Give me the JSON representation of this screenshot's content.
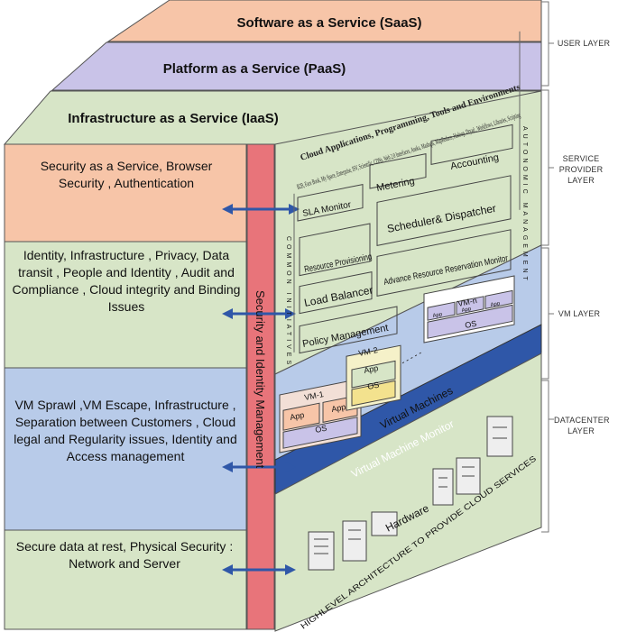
{
  "top_layers": {
    "saas": "Software as a Service (SaaS)",
    "paas": "Platform as a Service (PaaS)",
    "iaas": "Infrastructure as a Service (IaaS)"
  },
  "left_boxes": {
    "box1": "Security as a Service, Browser Security , Authentication",
    "box2": "Identity, Infrastructure , Privacy, Data transit , People and Identity , Audit and Compliance , Cloud integrity and Binding Issues",
    "box3": "VM Sprawl ,VM Escape, Infrastructure , Separation between Customers , Cloud legal and Regularity issues, Identity and Access management",
    "box4": "Secure data at rest, Physical Security : Network and Server"
  },
  "vertical_bar": "Security and Identity Management",
  "service_provider": {
    "title": "Cloud Applications, Programming, Tools and Environments",
    "apps": "B2B, Face Book, My Space, Enterprise, ISV, Scientific, CDNs, Web 2.0 Interfaces, Aneka, Mashups, MapReduce, Hadoop, Dryad , Workflows, Libraries, Scripting",
    "metering": "Metering",
    "accounting": "Accounting",
    "sla": "SLA Monitor",
    "scheduler": "Scheduler& Dispatcher",
    "resource": "Resource Provisioning",
    "advance": "Advance Resource Reservation Monitor",
    "load": "Load Balancer",
    "policy": "Policy Management",
    "common": "COMMON INITIATIVES",
    "autonomic": "AUTONOMIC MANAGEMENT"
  },
  "vm_layer": {
    "vm1": "VM-1",
    "vm2": "VM-2",
    "vmn": "VM-n",
    "app": "App",
    "os": "OS",
    "virtual_machines": "Virtual Machines"
  },
  "datacenter": {
    "vmm": "Virtual Machine Monitor",
    "hardware": "Hardware",
    "caption": "HIGHLEVEL ARCHITECTURE TO PROVIDE CLOUD SERVICES"
  },
  "right_labels": {
    "user": "USER LAYER",
    "service_provider": "SERVICE PROVIDER LAYER",
    "vm": "VM LAYER",
    "datacenter": "DATACENTER LAYER"
  },
  "colors": {
    "orange": "#f7c5a8",
    "purple_top": "#c9c3e8",
    "green": "#d7e5c7",
    "blue": "#b8cbe9",
    "red_bar": "#e8747a",
    "dark_blue": "#2f57a8"
  }
}
